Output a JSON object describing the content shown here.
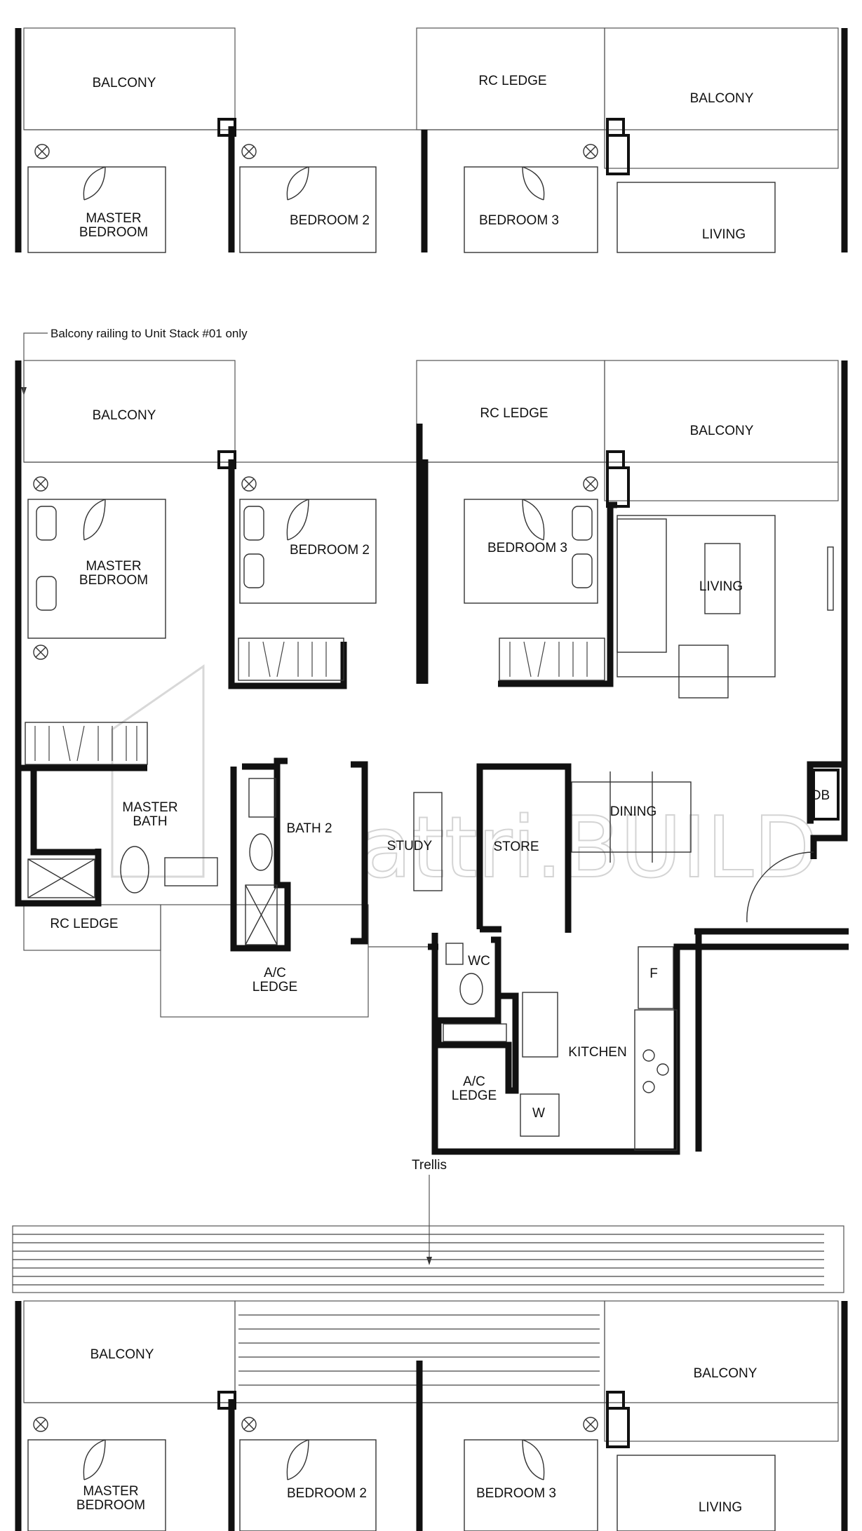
{
  "colors": {
    "wall": "#111111",
    "thin_line": "#555555",
    "watermark": "#d4d4d4",
    "background": "#ffffff"
  },
  "watermark": {
    "text": "attri.BUILD"
  },
  "notes": {
    "balcony_railing": "Balcony railing to Unit Stack #01 only",
    "trellis": "Trellis"
  },
  "upper_unit": {
    "balcony_left": "BALCONY",
    "rc_ledge": "RC LEDGE",
    "balcony_right": "BALCONY",
    "master_bedroom": [
      "MASTER",
      "BEDROOM"
    ],
    "bedroom_2": "BEDROOM 2",
    "bedroom_3": "BEDROOM 3",
    "living": "LIVING"
  },
  "main_unit": {
    "balcony_left": "BALCONY",
    "rc_ledge_top": "RC LEDGE",
    "balcony_right": "BALCONY",
    "master_bedroom": [
      "MASTER",
      "BEDROOM"
    ],
    "bedroom_2": "BEDROOM 2",
    "bedroom_3": "BEDROOM 3",
    "living": "LIVING",
    "master_bath": [
      "MASTER",
      "BATH"
    ],
    "bath_2": "BATH 2",
    "study": "STUDY",
    "store": "STORE",
    "dining": "DINING",
    "db": "DB",
    "rc_ledge_bottom": "RC LEDGE",
    "ac_ledge_left": [
      "A/C",
      "LEDGE"
    ],
    "wc": "WC",
    "fridge": "F",
    "kitchen": "KITCHEN",
    "ac_ledge_right": [
      "A/C",
      "LEDGE"
    ],
    "washer": "W"
  },
  "lower_unit": {
    "balcony_left": "BALCONY",
    "balcony_right": "BALCONY",
    "master_bedroom": [
      "MASTER",
      "BEDROOM"
    ],
    "bedroom_2": "BEDROOM 2",
    "bedroom_3": "BEDROOM 3",
    "living": "LIVING"
  }
}
